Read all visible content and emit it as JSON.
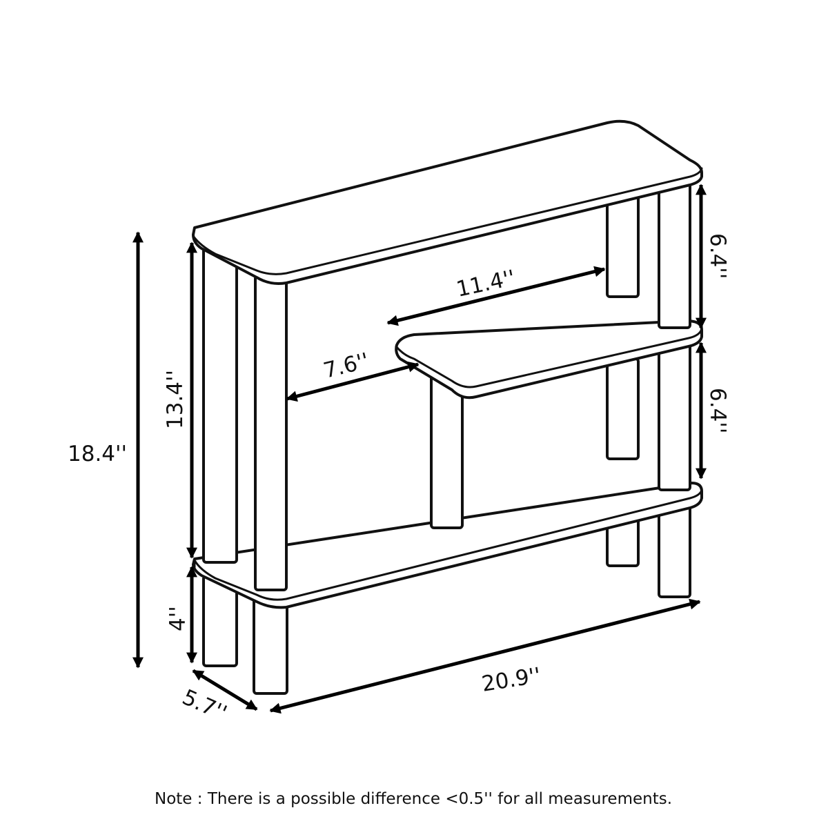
{
  "dimensions": {
    "total_height": "18.4''",
    "frame_height": "13.4''",
    "leg_height": "4''",
    "depth": "5.7''",
    "width": "20.9''",
    "top_shelf_gap": "6.4''",
    "middle_shelf_gap": "6.4''",
    "inner_width": "11.4''",
    "inner_depth": "7.6''"
  },
  "note": "Note : There is a possible difference <0.5'' for all measurements.",
  "colors": {
    "line": "#111111",
    "background": "#ffffff"
  }
}
